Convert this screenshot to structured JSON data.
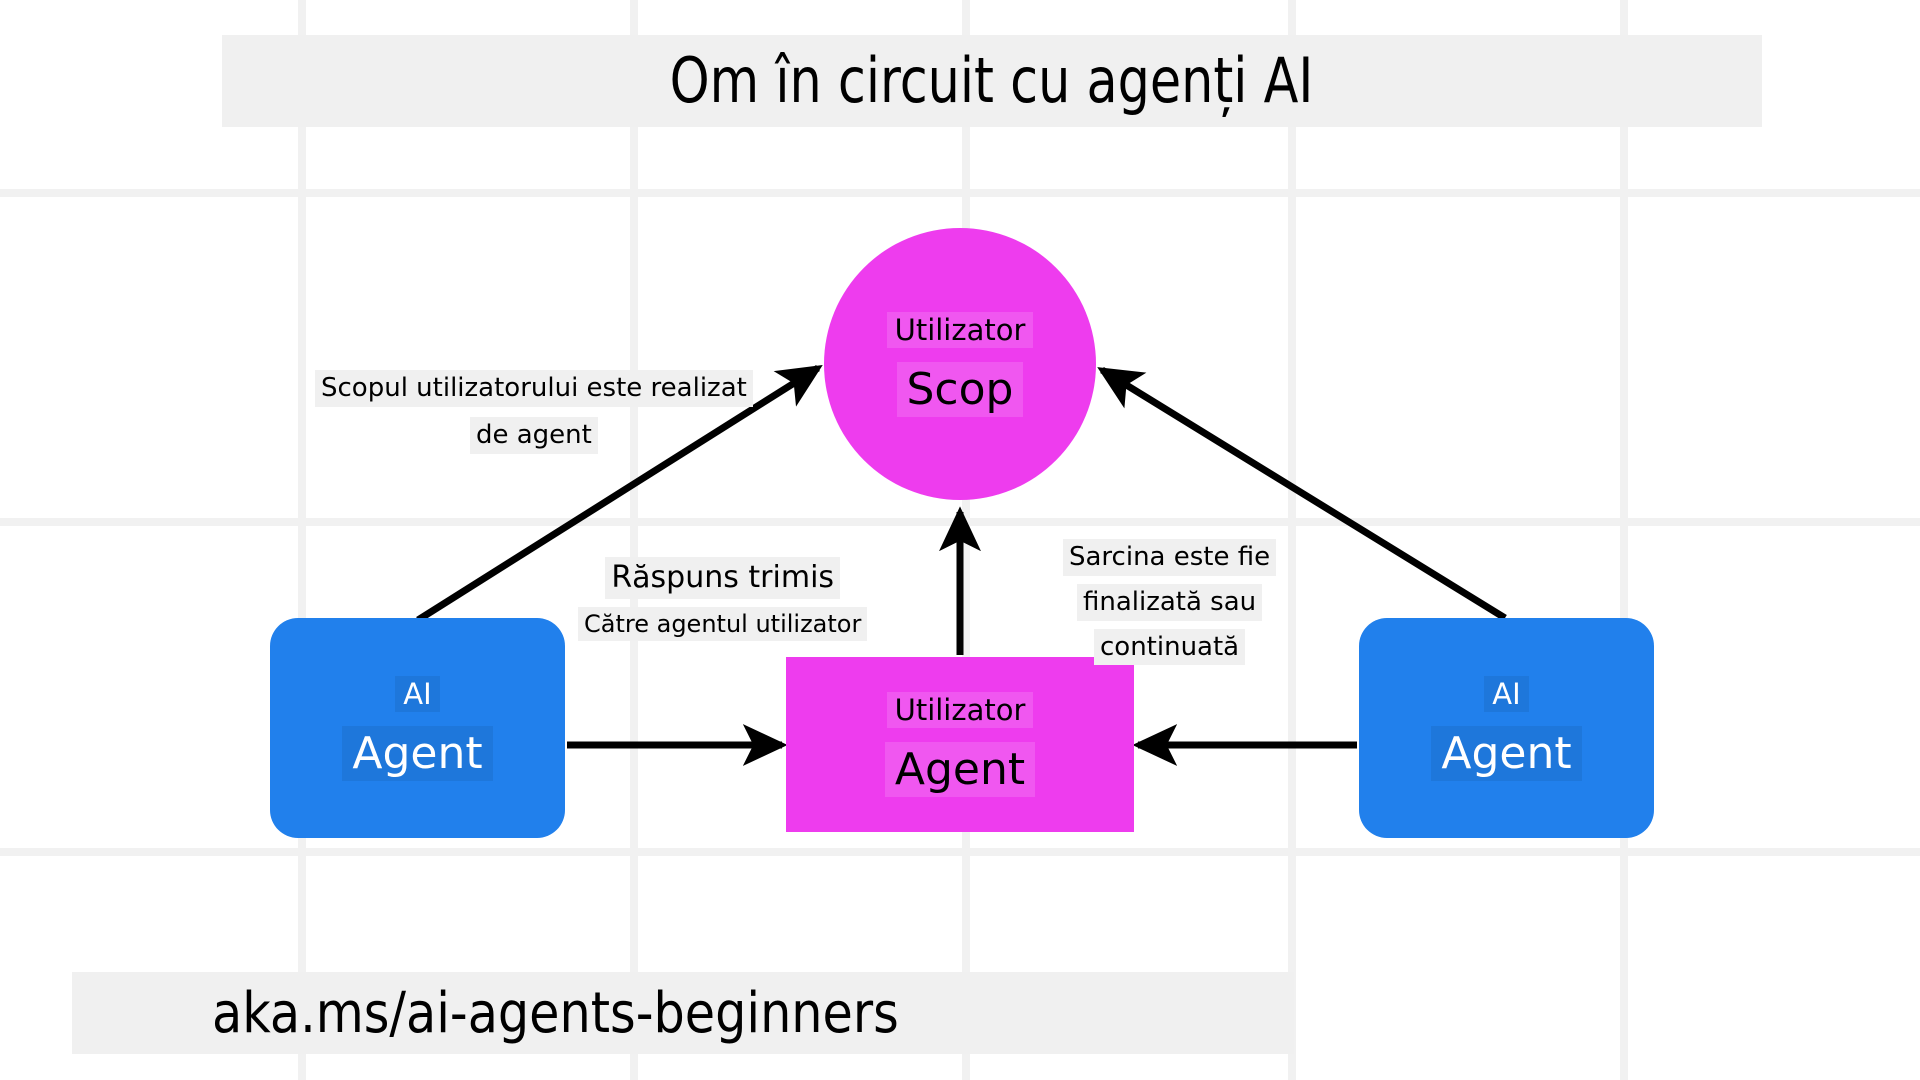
{
  "page": {
    "title": "Om în circuit cu agenți AI",
    "footer_url": "aka.ms/ai-agents-beginners"
  },
  "colors": {
    "magenta": "#ee3cee",
    "blue": "#2180ec",
    "grid": "#f1f1f1",
    "banner": "#f0f0f0",
    "edge": "#000000"
  },
  "nodes": {
    "user_goal": {
      "shape": "circle",
      "top_label": "Utilizator",
      "main_label": "Scop"
    },
    "agent_left": {
      "shape": "rounded-rect",
      "top_label": "AI",
      "main_label": "Agent"
    },
    "user_agent": {
      "shape": "rect",
      "top_label": "Utilizator",
      "main_label": "Agent"
    },
    "agent_right": {
      "shape": "rounded-rect",
      "top_label": "AI",
      "main_label": "Agent"
    }
  },
  "edge_labels": {
    "goal_fulfilled": {
      "line1": "Scopul utilizatorului este realizat",
      "line2": "de agent"
    },
    "response_sent": {
      "line1": "Răspuns trimis",
      "line2": "Către agentul utilizator"
    },
    "task_state": {
      "line1": "Sarcina este fie",
      "line2": "finalizată sau",
      "line3": "continuată"
    }
  }
}
